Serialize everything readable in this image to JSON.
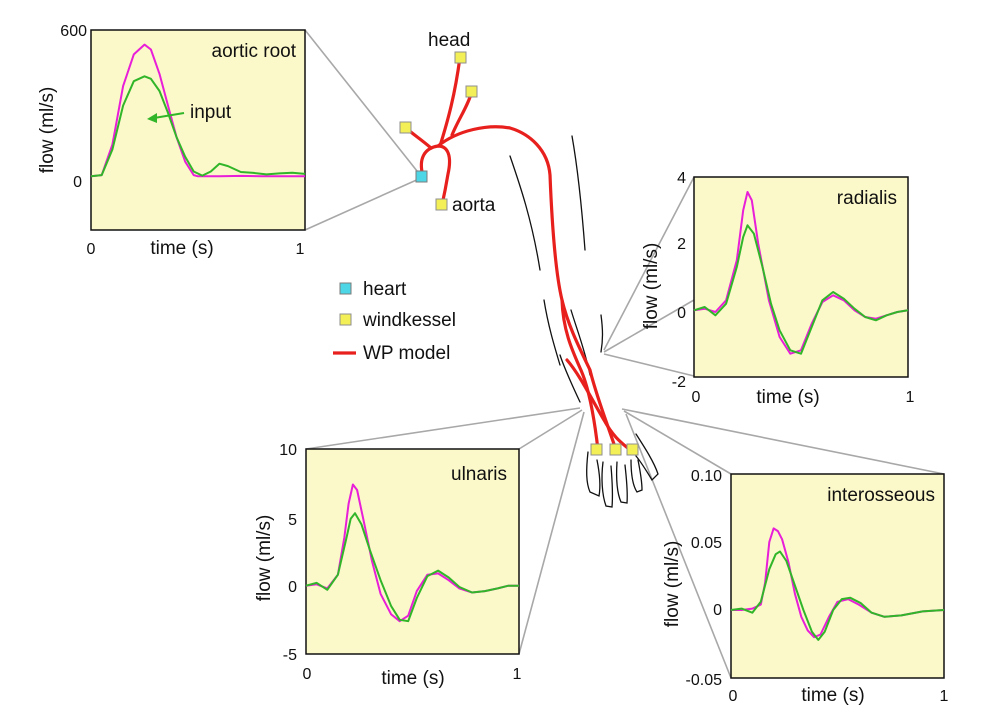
{
  "labels": {
    "head": "head",
    "aorta": "aorta",
    "input": "input"
  },
  "legend": [
    {
      "label": "heart",
      "symbol": "square",
      "color": "#4dd6e6"
    },
    {
      "label": "windkessel",
      "symbol": "square",
      "color": "#f3ef56"
    },
    {
      "label": "WP model",
      "symbol": "line",
      "color": "#e8201d"
    }
  ],
  "colors": {
    "magenta": "#e81ed8",
    "green": "#31b529",
    "artery": "#e8201d",
    "panel": "#fbf8c9"
  },
  "chart_data": [
    {
      "type": "line",
      "title": "aortic root",
      "xlabel": "time (s)",
      "ylabel": "flow (ml/s)",
      "xlim": [
        0,
        1
      ],
      "ylim": [
        -220,
        600
      ],
      "x_ticks": [
        "0",
        "1"
      ],
      "y_ticks": [
        "600",
        "0"
      ],
      "y_tick_values": [
        600,
        0
      ],
      "annotation": "input",
      "series": [
        {
          "color": "#e81ed8",
          "points": [
            [
              0,
              0
            ],
            [
              0.05,
              5
            ],
            [
              0.1,
              130
            ],
            [
              0.15,
              370
            ],
            [
              0.2,
              500
            ],
            [
              0.25,
              540
            ],
            [
              0.28,
              520
            ],
            [
              0.32,
              420
            ],
            [
              0.36,
              290
            ],
            [
              0.4,
              160
            ],
            [
              0.44,
              60
            ],
            [
              0.48,
              5
            ],
            [
              0.5,
              0
            ],
            [
              0.6,
              0
            ],
            [
              0.7,
              2
            ],
            [
              0.8,
              0
            ],
            [
              0.9,
              0
            ],
            [
              1,
              0
            ]
          ]
        },
        {
          "color": "#31b529",
          "points": [
            [
              0,
              0
            ],
            [
              0.05,
              5
            ],
            [
              0.1,
              110
            ],
            [
              0.15,
              290
            ],
            [
              0.2,
              390
            ],
            [
              0.25,
              410
            ],
            [
              0.28,
              400
            ],
            [
              0.32,
              350
            ],
            [
              0.36,
              260
            ],
            [
              0.4,
              160
            ],
            [
              0.44,
              80
            ],
            [
              0.48,
              20
            ],
            [
              0.52,
              3
            ],
            [
              0.56,
              20
            ],
            [
              0.6,
              52
            ],
            [
              0.64,
              42
            ],
            [
              0.7,
              18
            ],
            [
              0.76,
              14
            ],
            [
              0.82,
              8
            ],
            [
              0.88,
              12
            ],
            [
              0.94,
              15
            ],
            [
              1,
              10
            ]
          ]
        }
      ]
    },
    {
      "type": "line",
      "title": "radialis",
      "xlabel": "time (s)",
      "ylabel": "flow (ml/s)",
      "xlim": [
        0,
        1
      ],
      "ylim": [
        -2,
        4
      ],
      "x_ticks": [
        "0",
        "1"
      ],
      "y_ticks": [
        "4",
        "2",
        "0",
        "-2"
      ],
      "y_tick_values": [
        4,
        2,
        0,
        -2
      ],
      "series": [
        {
          "color": "#e81ed8",
          "points": [
            [
              0,
              0
            ],
            [
              0.05,
              0.05
            ],
            [
              0.1,
              -0.05
            ],
            [
              0.15,
              0.3
            ],
            [
              0.2,
              1.5
            ],
            [
              0.23,
              3.0
            ],
            [
              0.25,
              3.55
            ],
            [
              0.27,
              3.3
            ],
            [
              0.3,
              2.0
            ],
            [
              0.35,
              0.3
            ],
            [
              0.4,
              -0.8
            ],
            [
              0.45,
              -1.3
            ],
            [
              0.5,
              -1.2
            ],
            [
              0.55,
              -0.4
            ],
            [
              0.6,
              0.25
            ],
            [
              0.65,
              0.45
            ],
            [
              0.7,
              0.3
            ],
            [
              0.75,
              0.0
            ],
            [
              0.8,
              -0.2
            ],
            [
              0.85,
              -0.25
            ],
            [
              0.9,
              -0.15
            ],
            [
              0.95,
              -0.05
            ],
            [
              1,
              0
            ]
          ]
        },
        {
          "color": "#31b529",
          "points": [
            [
              0,
              0
            ],
            [
              0.05,
              0.1
            ],
            [
              0.1,
              -0.15
            ],
            [
              0.15,
              0.2
            ],
            [
              0.2,
              1.3
            ],
            [
              0.23,
              2.2
            ],
            [
              0.25,
              2.55
            ],
            [
              0.28,
              2.3
            ],
            [
              0.32,
              1.3
            ],
            [
              0.36,
              0.2
            ],
            [
              0.4,
              -0.6
            ],
            [
              0.45,
              -1.2
            ],
            [
              0.5,
              -1.3
            ],
            [
              0.55,
              -0.5
            ],
            [
              0.6,
              0.3
            ],
            [
              0.65,
              0.55
            ],
            [
              0.7,
              0.35
            ],
            [
              0.75,
              0.05
            ],
            [
              0.8,
              -0.2
            ],
            [
              0.85,
              -0.3
            ],
            [
              0.9,
              -0.15
            ],
            [
              0.95,
              -0.05
            ],
            [
              1,
              0
            ]
          ]
        }
      ]
    },
    {
      "type": "line",
      "title": "ulnaris",
      "xlabel": "time (s)",
      "ylabel": "flow (ml/s)",
      "xlim": [
        0,
        1
      ],
      "ylim": [
        -5,
        10
      ],
      "x_ticks": [
        "0",
        "1"
      ],
      "y_ticks": [
        "10",
        "5",
        "0",
        "-5"
      ],
      "y_tick_values": [
        10,
        5,
        0,
        -5
      ],
      "series": [
        {
          "color": "#e81ed8",
          "points": [
            [
              0,
              0
            ],
            [
              0.05,
              0.1
            ],
            [
              0.1,
              -0.2
            ],
            [
              0.15,
              0.8
            ],
            [
              0.18,
              3.5
            ],
            [
              0.2,
              6.0
            ],
            [
              0.22,
              7.4
            ],
            [
              0.24,
              7.0
            ],
            [
              0.27,
              4.8
            ],
            [
              0.31,
              1.8
            ],
            [
              0.35,
              -0.6
            ],
            [
              0.4,
              -2.1
            ],
            [
              0.44,
              -2.6
            ],
            [
              0.48,
              -2.2
            ],
            [
              0.52,
              -0.4
            ],
            [
              0.57,
              0.8
            ],
            [
              0.62,
              0.9
            ],
            [
              0.67,
              0.4
            ],
            [
              0.72,
              -0.2
            ],
            [
              0.78,
              -0.5
            ],
            [
              0.84,
              -0.4
            ],
            [
              0.9,
              -0.2
            ],
            [
              0.95,
              0.0
            ],
            [
              1,
              0
            ]
          ]
        },
        {
          "color": "#31b529",
          "points": [
            [
              0,
              0
            ],
            [
              0.05,
              0.2
            ],
            [
              0.1,
              -0.3
            ],
            [
              0.15,
              0.8
            ],
            [
              0.19,
              3.5
            ],
            [
              0.21,
              4.9
            ],
            [
              0.23,
              5.3
            ],
            [
              0.26,
              4.5
            ],
            [
              0.3,
              2.6
            ],
            [
              0.35,
              0.4
            ],
            [
              0.4,
              -1.5
            ],
            [
              0.44,
              -2.5
            ],
            [
              0.48,
              -2.6
            ],
            [
              0.52,
              -0.9
            ],
            [
              0.57,
              0.7
            ],
            [
              0.62,
              1.1
            ],
            [
              0.67,
              0.6
            ],
            [
              0.72,
              -0.1
            ],
            [
              0.78,
              -0.5
            ],
            [
              0.84,
              -0.4
            ],
            [
              0.9,
              -0.2
            ],
            [
              0.95,
              0.0
            ],
            [
              1,
              0
            ]
          ]
        }
      ]
    },
    {
      "type": "line",
      "title": "interosseous",
      "xlabel": "time (s)",
      "ylabel": "flow (ml/s)",
      "xlim": [
        0,
        1
      ],
      "ylim": [
        -0.05,
        0.1
      ],
      "x_ticks": [
        "0",
        "1"
      ],
      "y_ticks": [
        "0.10",
        "0.05",
        "0",
        "-0.05"
      ],
      "y_tick_values": [
        0.1,
        0.05,
        0,
        -0.05
      ],
      "series": [
        {
          "color": "#e81ed8",
          "points": [
            [
              0,
              0
            ],
            [
              0.05,
              0.0
            ],
            [
              0.1,
              0.001
            ],
            [
              0.14,
              0.004
            ],
            [
              0.16,
              0.02
            ],
            [
              0.18,
              0.05
            ],
            [
              0.2,
              0.06
            ],
            [
              0.22,
              0.058
            ],
            [
              0.24,
              0.052
            ],
            [
              0.27,
              0.035
            ],
            [
              0.3,
              0.012
            ],
            [
              0.33,
              -0.005
            ],
            [
              0.36,
              -0.015
            ],
            [
              0.39,
              -0.02
            ],
            [
              0.42,
              -0.018
            ],
            [
              0.46,
              -0.005
            ],
            [
              0.5,
              0.006
            ],
            [
              0.55,
              0.008
            ],
            [
              0.6,
              0.004
            ],
            [
              0.66,
              -0.002
            ],
            [
              0.72,
              -0.005
            ],
            [
              0.8,
              -0.004
            ],
            [
              0.9,
              -0.001
            ],
            [
              1,
              0
            ]
          ]
        },
        {
          "color": "#31b529",
          "points": [
            [
              0,
              0
            ],
            [
              0.05,
              0.001
            ],
            [
              0.1,
              -0.002
            ],
            [
              0.14,
              0.006
            ],
            [
              0.18,
              0.03
            ],
            [
              0.21,
              0.041
            ],
            [
              0.23,
              0.043
            ],
            [
              0.26,
              0.036
            ],
            [
              0.3,
              0.018
            ],
            [
              0.34,
              0.0
            ],
            [
              0.38,
              -0.016
            ],
            [
              0.41,
              -0.022
            ],
            [
              0.44,
              -0.016
            ],
            [
              0.48,
              0.0
            ],
            [
              0.52,
              0.008
            ],
            [
              0.56,
              0.009
            ],
            [
              0.61,
              0.005
            ],
            [
              0.66,
              -0.002
            ],
            [
              0.72,
              -0.005
            ],
            [
              0.8,
              -0.004
            ],
            [
              0.9,
              -0.001
            ],
            [
              1,
              0
            ]
          ]
        }
      ]
    }
  ]
}
